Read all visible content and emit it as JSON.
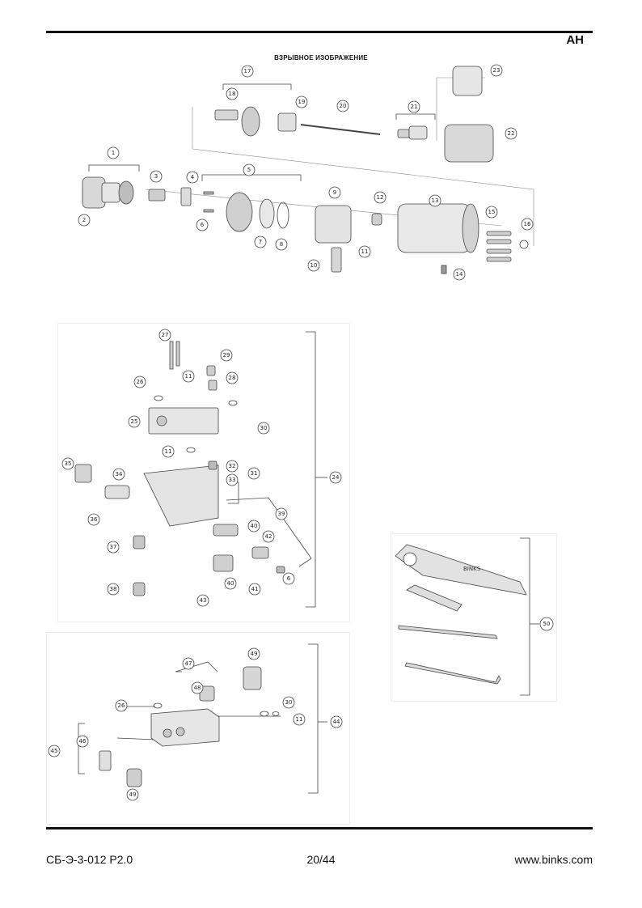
{
  "header": {
    "tag": "AH",
    "caption": "ВЗРЫВНОЕ ИЗОБРАЖЕНИЕ"
  },
  "diagram_main": {
    "callouts": [
      "1",
      "2",
      "3",
      "4",
      "5",
      "6",
      "7",
      "8",
      "9",
      "10",
      "11",
      "12",
      "13",
      "14",
      "15",
      "16",
      "17",
      "18",
      "19",
      "20",
      "21",
      "22",
      "23"
    ]
  },
  "diagram_valve": {
    "callouts": [
      "24",
      "25",
      "26",
      "27",
      "28",
      "29",
      "11",
      "11",
      "30",
      "31",
      "32",
      "33",
      "34",
      "35",
      "36",
      "37",
      "38",
      "39",
      "40",
      "40",
      "41",
      "42",
      "43",
      "6"
    ]
  },
  "diagram_tools": {
    "callouts": [
      "50"
    ]
  },
  "diagram_manifold": {
    "callouts": [
      "44",
      "45",
      "46",
      "47",
      "48",
      "49",
      "49",
      "26",
      "30",
      "11"
    ]
  },
  "footer": {
    "doc_code": "СБ-Э-3-012 Р2.0",
    "page": "20/44",
    "website": "www.binks.com"
  },
  "colors": {
    "ink": "#111111",
    "line": "#555555",
    "part_fill": "#e6e6e6",
    "part_dark": "#9a9a9a"
  }
}
